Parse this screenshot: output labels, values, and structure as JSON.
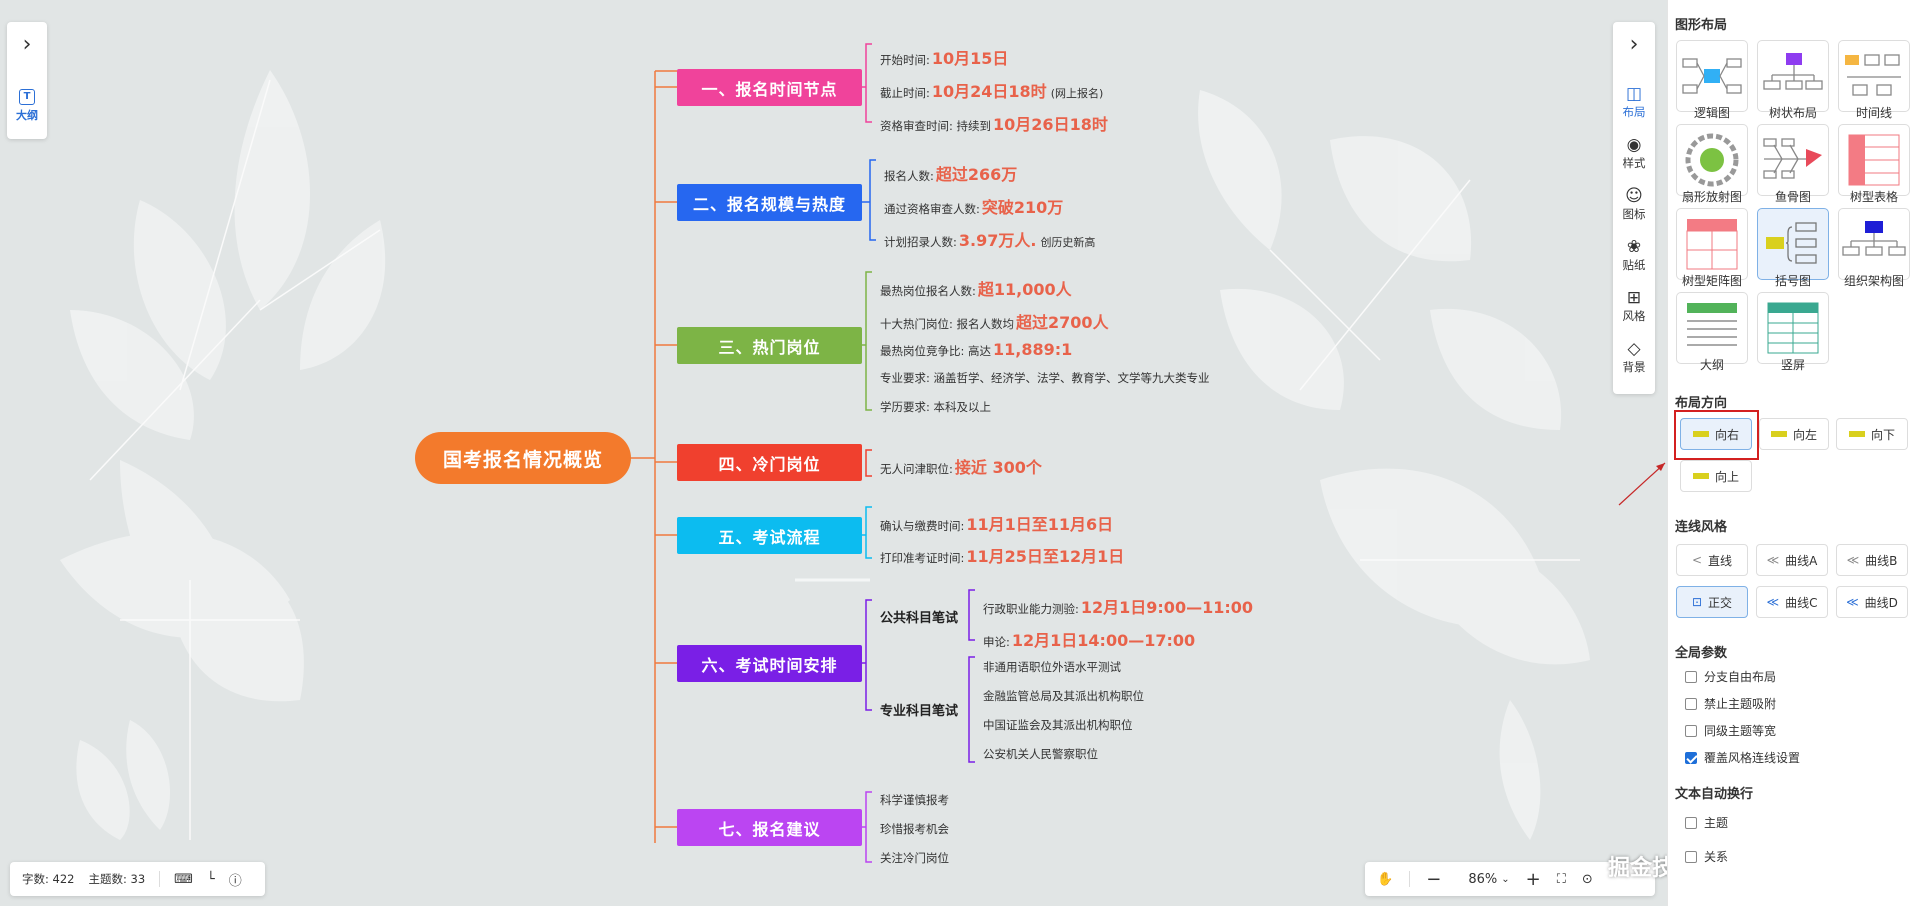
{
  "outline_panel": {
    "expand_icon": "chevron-right-icon",
    "outline_label": "大纲"
  },
  "mindmap": {
    "root": "国考报名情况概览",
    "branches": [
      {
        "title": "一、报名时间节点",
        "color": "#f0439b",
        "items": [
          {
            "label": "开始时间:",
            "value": "10月15日",
            "suffix": ""
          },
          {
            "label": "截止时间:",
            "value": "10月24日18时",
            "suffix": "(网上报名)"
          },
          {
            "label": "资格审查时间:  持续到",
            "value": "10月26日18时",
            "suffix": ""
          }
        ]
      },
      {
        "title": "二、报名规模与热度",
        "color": "#2667f0",
        "items": [
          {
            "label": "报名人数:",
            "value": "超过266万",
            "suffix": ""
          },
          {
            "label": "通过资格审查人数:",
            "value": "突破210万",
            "suffix": ""
          },
          {
            "label": "计划招录人数:",
            "value": "3.97万人.",
            "suffix": "创历史新高"
          }
        ]
      },
      {
        "title": "三、热门岗位",
        "color": "#7db446",
        "items": [
          {
            "label": "最热岗位报名人数:",
            "value": "超11,000人",
            "suffix": ""
          },
          {
            "label": "十大热门岗位:  报名人数均",
            "value": "超过2700人",
            "suffix": ""
          },
          {
            "label": "最热岗位竞争比:  高达",
            "value": "11,889:1",
            "suffix": ""
          },
          {
            "label": "专业要求:  涵盖哲学、经济学、法学、教育学、文学等九大类专业",
            "value": "",
            "suffix": ""
          },
          {
            "label": "学历要求:  本科及以上",
            "value": "",
            "suffix": ""
          }
        ]
      },
      {
        "title": "四、冷门岗位",
        "color": "#f0402e",
        "items": [
          {
            "label": "无人问津职位:",
            "value": "接近 300个",
            "suffix": ""
          }
        ]
      },
      {
        "title": "五、考试流程",
        "color": "#0cbcf0",
        "items": [
          {
            "label": "确认与缴费时间:",
            "value": "11月1日至11月6日",
            "suffix": ""
          },
          {
            "label": "打印准考证时间:",
            "value": "11月25日至12月1日",
            "suffix": ""
          }
        ]
      },
      {
        "title": "六、考试时间安排",
        "color": "#7a1fe6",
        "subgroups": [
          {
            "title": "公共科目笔试",
            "items": [
              {
                "label": "行政职业能力测验:",
                "value": "12月1日9:00—11:00"
              },
              {
                "label": "申论:",
                "value": "12月1日14:00—17:00"
              }
            ]
          },
          {
            "title": "专业科目笔试",
            "items": [
              {
                "label": "非通用语职位外语水平测试",
                "value": ""
              },
              {
                "label": "金融监管总局及其派出机构职位",
                "value": ""
              },
              {
                "label": "中国证监会及其派出机构职位",
                "value": ""
              },
              {
                "label": "公安机关人民警察职位",
                "value": ""
              }
            ]
          }
        ]
      },
      {
        "title": "七、报名建议",
        "color": "#bb45f2",
        "items": [
          {
            "label": "科学谨慎报考",
            "value": "",
            "suffix": ""
          },
          {
            "label": "珍惜报考机会",
            "value": "",
            "suffix": ""
          },
          {
            "label": "关注冷门岗位",
            "value": "",
            "suffix": ""
          }
        ]
      }
    ]
  },
  "side_toolbar": {
    "collapse_icon": "chevron-right-icon",
    "items": [
      {
        "label": "布局",
        "icon": "layout-icon",
        "active": true
      },
      {
        "label": "样式",
        "icon": "palette-icon"
      },
      {
        "label": "图标",
        "icon": "smiley-icon"
      },
      {
        "label": "贴纸",
        "icon": "sticker-icon"
      },
      {
        "label": "风格",
        "icon": "grid-icon"
      },
      {
        "label": "背景",
        "icon": "layers-icon"
      }
    ]
  },
  "right_panel": {
    "layout_title": "图形布局",
    "layouts": [
      "逻辑图",
      "树状布局",
      "时间线",
      "扇形放射图",
      "鱼骨图",
      "树型表格",
      "树型矩阵图",
      "括号图",
      "组织架构图",
      "大纲",
      "竖屏"
    ],
    "active_layout": "括号图",
    "direction_title": "布局方向",
    "directions": [
      "向右",
      "向左",
      "向下",
      "向上"
    ],
    "active_direction": "向右",
    "line_title": "连线风格",
    "line_styles": [
      "直线",
      "曲线A",
      "曲线B",
      "正交",
      "曲线C",
      "曲线D"
    ],
    "active_line": "正交",
    "global_title": "全局参数",
    "global_params": [
      {
        "label": "分支自由布局",
        "checked": false
      },
      {
        "label": "禁止主题吸附",
        "checked": false
      },
      {
        "label": "同级主题等宽",
        "checked": false
      },
      {
        "label": "覆盖风格连线设置",
        "checked": true
      }
    ],
    "wrap_title": "文本自动换行",
    "wrap_params": [
      {
        "label": "主题",
        "checked": false
      },
      {
        "label": "关系",
        "checked": false
      }
    ]
  },
  "status_bar": {
    "word_count": "字数: 422",
    "topic_count": "主题数: 33"
  },
  "zoom_bar": {
    "zoom": "86%"
  },
  "watermark": "掘金技术社区 @ 图形天下"
}
